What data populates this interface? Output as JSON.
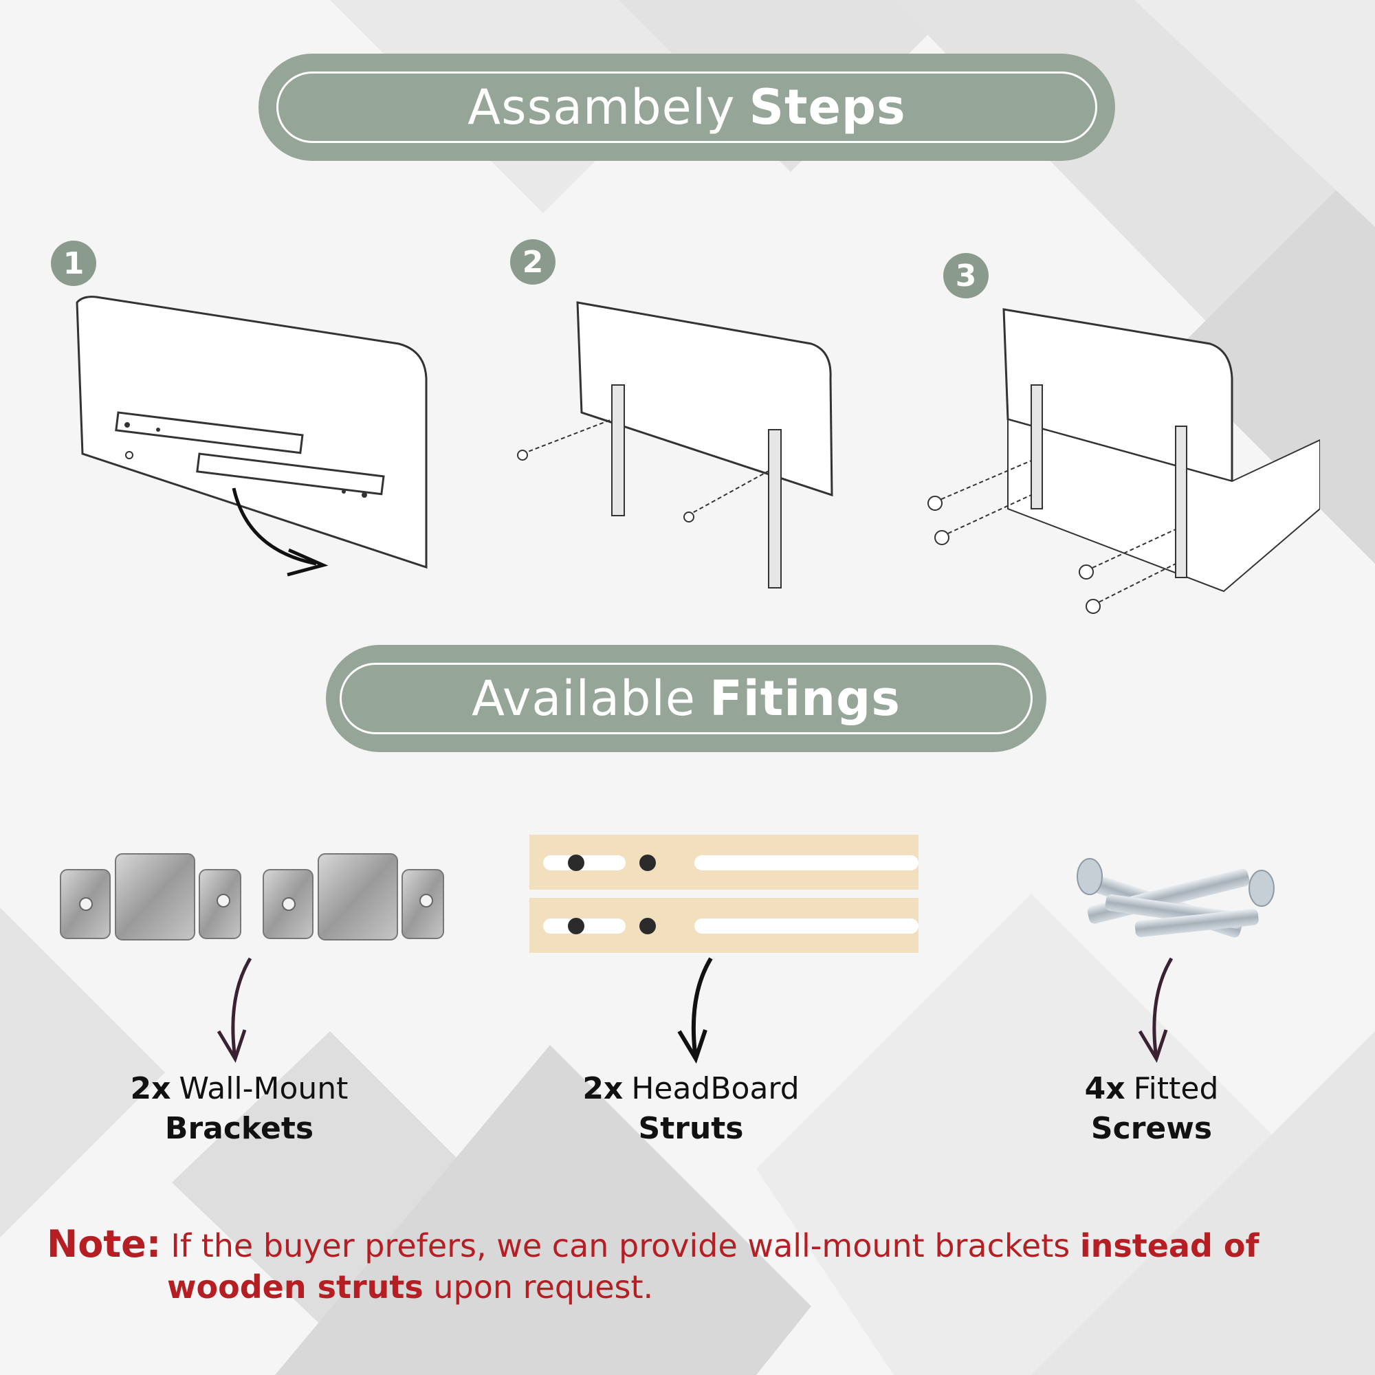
{
  "header1": {
    "light": "Assambely",
    "bold": "Steps"
  },
  "steps": [
    "1",
    "2",
    "3"
  ],
  "header2": {
    "light": "Available",
    "bold": "Fitings"
  },
  "fittings": [
    {
      "qty": "2x",
      "name": "Wall-Mount",
      "type": "Brackets"
    },
    {
      "qty": "2x",
      "name": "HeadBoard",
      "type": "Struts"
    },
    {
      "qty": "4x",
      "name": "Fitted",
      "type": "Screws"
    }
  ],
  "note": {
    "label": "Note:",
    "text1": "If the buyer prefers, we can provide wall-mount brackets",
    "em1": "instead of",
    "em2": "wooden struts",
    "text2": "upon request."
  },
  "colors": {
    "pill": "#95a598",
    "note_red": "#b51e22",
    "badge": "#8a9b8e"
  }
}
